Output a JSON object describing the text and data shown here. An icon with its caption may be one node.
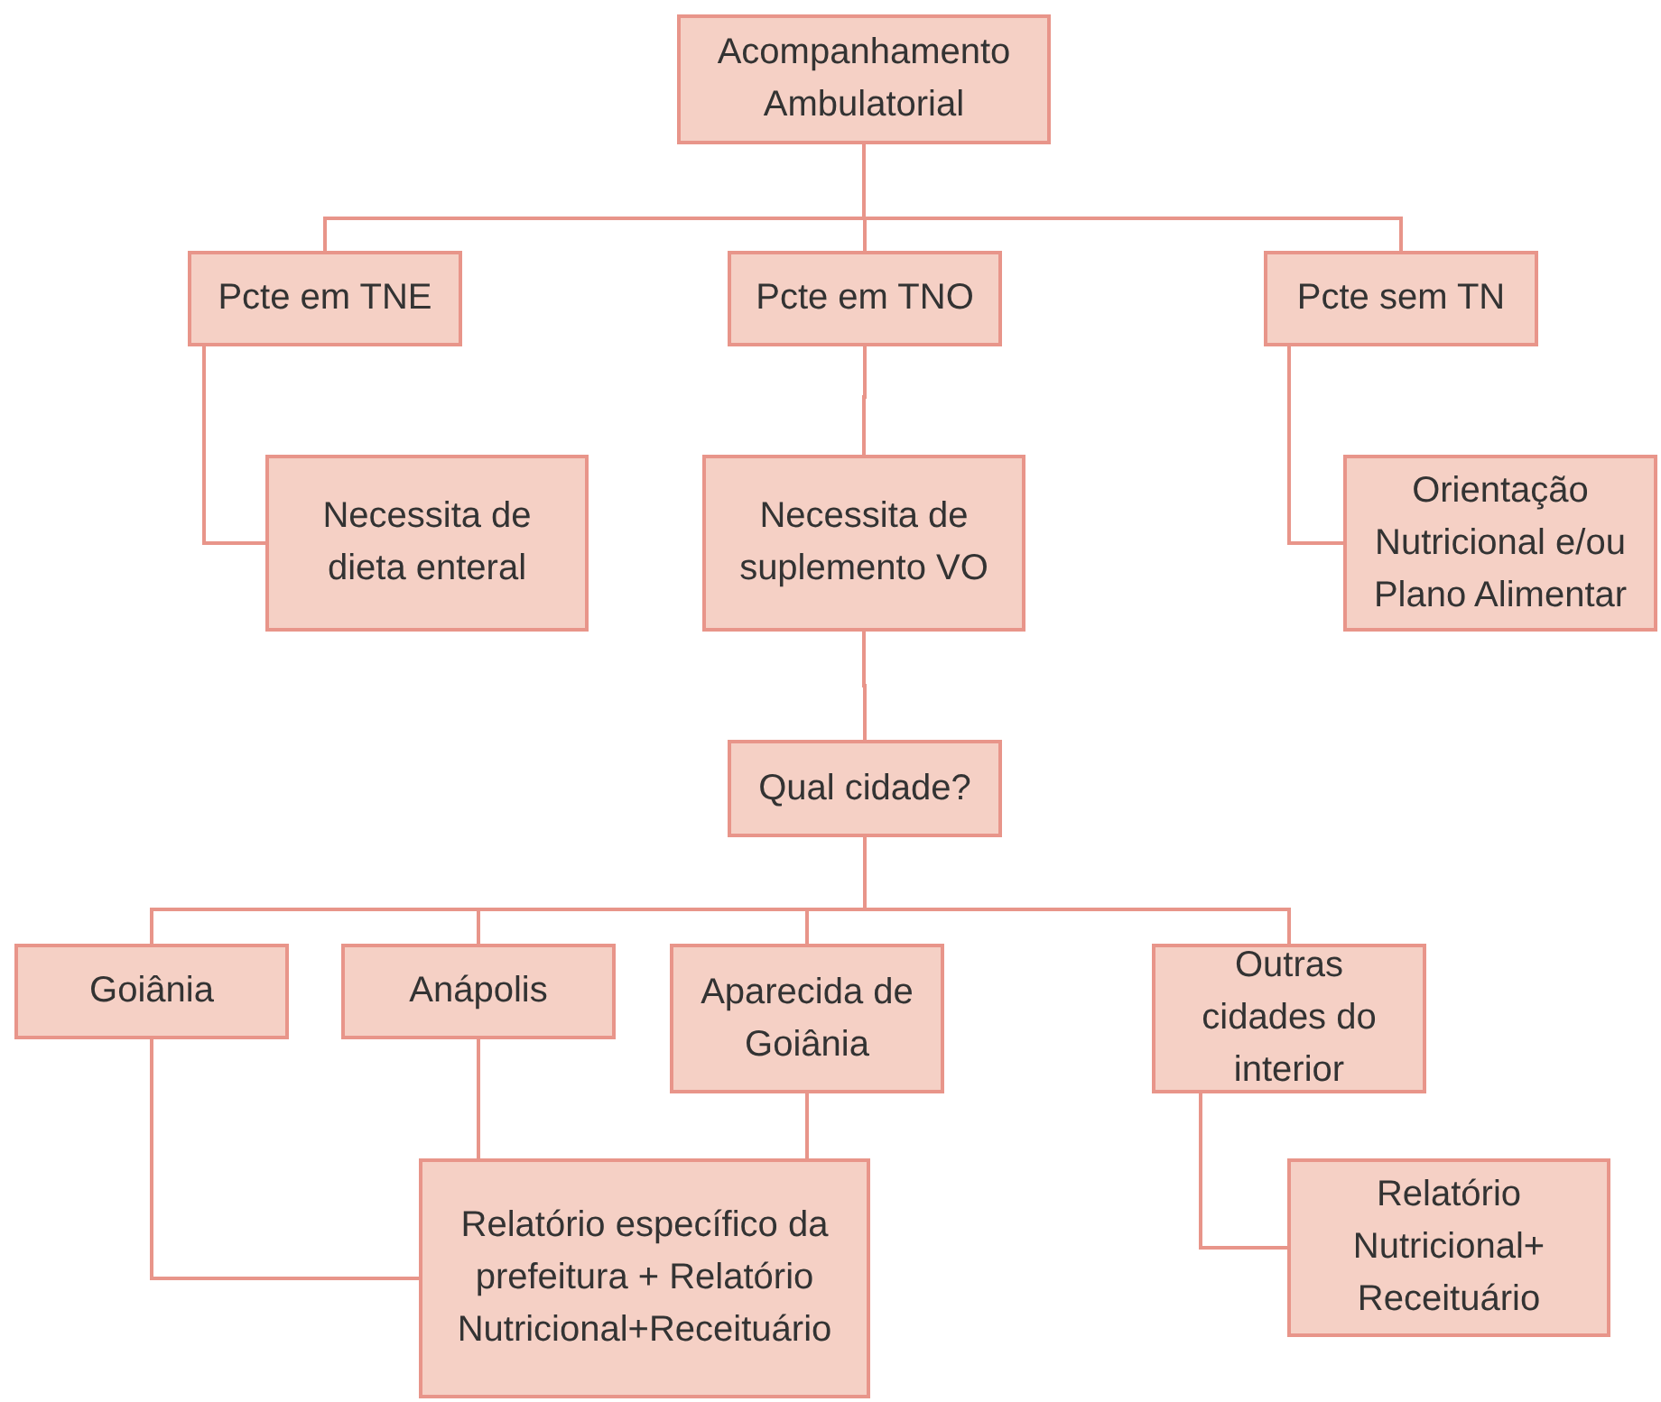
{
  "diagram": {
    "nodes": [
      {
        "text": [
          "Acompanhamento Ambulatorial"
        ]
      },
      {
        "text": [
          "Pcte em TNE"
        ]
      },
      {
        "text": [
          "Pcte em TNO"
        ]
      },
      {
        "text": [
          "Pcte sem TN"
        ]
      },
      {
        "text": [
          "Necessita de dieta enteral"
        ]
      },
      {
        "text": [
          "Necessita de suplemento VO"
        ]
      },
      {
        "text": [
          "Orientação Nutricional e/ou Plano Alimentar"
        ]
      },
      {
        "text": [
          "Qual cidade?"
        ]
      },
      {
        "text": [
          "Goiânia"
        ]
      },
      {
        "text": [
          "Anápolis"
        ]
      },
      {
        "text": [
          "Aparecida de Goiânia"
        ]
      },
      {
        "text": [
          "Outras cidades do interior"
        ]
      },
      {
        "text": [
          "Relatório específico da prefeitura + Relatório Nutricional+Receituário"
        ]
      },
      {
        "text": [
          "Relatório Nutricional+ Receituário"
        ]
      }
    ],
    "edges": [
      {
        "from": 0,
        "to": 1,
        "arrow": "none"
      },
      {
        "from": 0,
        "to": 2,
        "arrow": "none"
      },
      {
        "from": 0,
        "to": 3,
        "arrow": "none"
      },
      {
        "from": 1,
        "to": 4,
        "arrow": "none"
      },
      {
        "from": 2,
        "to": 5,
        "arrow": "none"
      },
      {
        "from": 3,
        "to": 6,
        "arrow": "none"
      },
      {
        "from": 5,
        "to": 7,
        "arrow": "none"
      },
      {
        "from": 7,
        "to": 8,
        "arrow": "none"
      },
      {
        "from": 7,
        "to": 9,
        "arrow": "none"
      },
      {
        "from": 7,
        "to": 10,
        "arrow": "none"
      },
      {
        "from": 7,
        "to": 11,
        "arrow": "none"
      },
      {
        "from": 8,
        "to": 12,
        "arrow": "none"
      },
      {
        "from": 9,
        "to": 12,
        "arrow": "none"
      },
      {
        "from": 10,
        "to": 12,
        "arrow": "none"
      },
      {
        "from": 11,
        "to": 13,
        "arrow": "none"
      }
    ]
  }
}
